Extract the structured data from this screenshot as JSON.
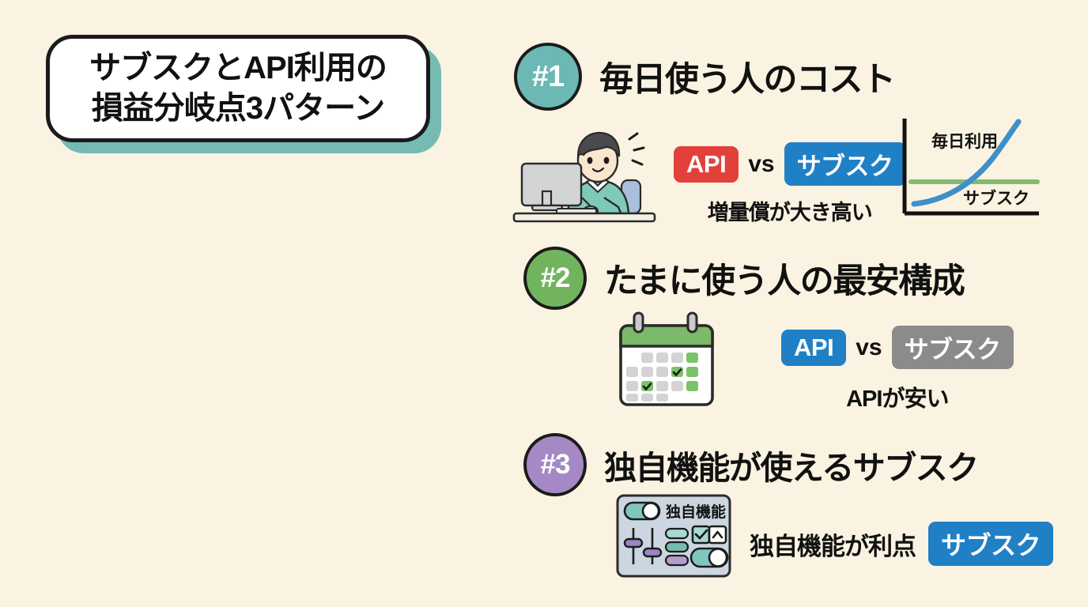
{
  "page": {
    "background_color": "#faf3e1",
    "title_lines": [
      "サブスクとAPI利用の",
      "損益分岐点3パターン"
    ],
    "title_box_color": "#ffffff",
    "title_shadow_color": "#76bab4",
    "title_border_color": "#1b1b1b"
  },
  "sections": [
    {
      "number": "#1",
      "circle_color": "#6cb8b4",
      "heading": "毎日使う人のコスト",
      "illustration": "person-at-computer-icon",
      "left_badge": {
        "label": "API",
        "color": "#e2403a"
      },
      "vs": "vs",
      "right_badge": {
        "label": "サブスク",
        "color": "#2080c6"
      },
      "caption": "増量償が大き高い",
      "chart": {
        "type": "line",
        "curve_label": "毎日利用",
        "flat_label": "サブスク",
        "curve_color": "#3f8fc9",
        "flat_color": "#84bb72",
        "axis_color": "#111111",
        "series": [
          {
            "name": "毎日利用",
            "shape": "exponential",
            "x": [
              0,
              1,
              2,
              3,
              4,
              5
            ],
            "y": [
              5,
              9,
              17,
              31,
              55,
              92
            ]
          },
          {
            "name": "サブスク",
            "shape": "flat",
            "x": [
              0,
              1,
              2,
              3,
              4,
              5
            ],
            "y": [
              45,
              45,
              45,
              45,
              45,
              45
            ]
          }
        ],
        "xlim": [
          0,
          5
        ],
        "ylim": [
          0,
          100
        ],
        "grid": false
      }
    },
    {
      "number": "#2",
      "circle_color": "#72b45e",
      "heading": "たまに使う人の最安構成",
      "illustration": "calendar-icon",
      "left_badge": {
        "label": "API",
        "color": "#2080c6"
      },
      "vs": "vs",
      "right_badge": {
        "label": "サブスク",
        "color": "#8b8b8a"
      },
      "caption": "APIが安い",
      "calendar": {
        "header_color": "#7cb96a",
        "cell_color": "#d3d3d3",
        "active_cell_color": "#7cc268",
        "checked_cells": [
          9,
          15
        ],
        "active_cells": [
          4,
          9,
          14
        ],
        "check_mark": "✔"
      }
    },
    {
      "number": "#3",
      "circle_color": "#a489c4",
      "heading": "独自機能が使えるサブスク",
      "illustration": "settings-panel-icon",
      "panel_label": "独自機能",
      "caption": "独自機能が利点",
      "right_badge": {
        "label": "サブスク",
        "color": "#2080c6"
      },
      "panel": {
        "toggle_on_color": "#7fc6c0",
        "slider_handle_color": "#9b86c4",
        "pill_colors": [
          "#a8d8d2",
          "#76bdb0",
          "#b49ccd"
        ],
        "check_mark": "✔",
        "chevron": "︿"
      }
    }
  ]
}
